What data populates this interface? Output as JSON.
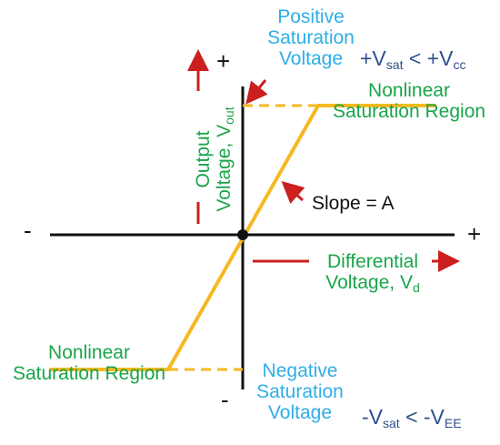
{
  "colors": {
    "axis": "#111111",
    "curve": "#f5b921",
    "arrow": "#cc1f1f",
    "blue_text": "#2eaee6",
    "green_text": "#1aa54a",
    "navy_text": "#2e4f8e"
  },
  "labels": {
    "positive_saturation": [
      "Positive",
      "Saturation",
      "Voltage"
    ],
    "negative_saturation": [
      "Negative",
      "Saturation",
      "Voltage"
    ],
    "nonlinear_upper": [
      "Nonlinear",
      "Saturation Region"
    ],
    "nonlinear_lower": [
      "Nonlinear",
      "Saturation Region"
    ],
    "vsat_pos": {
      "a": "+V",
      "a_sub": "sat",
      "b": " < +V",
      "b_sub": "cc"
    },
    "vsat_neg": {
      "a": "-V",
      "a_sub": "sat",
      "b": " < -V",
      "b_sub": "EE"
    },
    "output_voltage": {
      "line1": "Output",
      "line2": "Voltage, V",
      "sub": "out"
    },
    "differential": {
      "line1": "Differential",
      "line2": "Voltage, V",
      "sub": "d"
    },
    "slope": "Slope = A",
    "plus_top": "+",
    "minus_bottom": "-",
    "minus_left": "-",
    "plus_right": "+"
  }
}
